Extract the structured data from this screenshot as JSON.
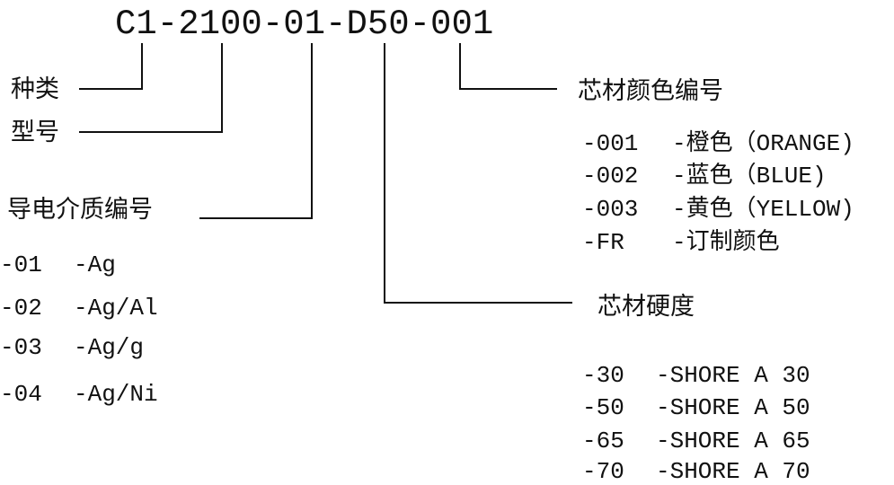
{
  "code": "C1-2100-01-D50-001",
  "labels": {
    "category": "种类",
    "model": "型号",
    "conductive_medium": "导电介质编号",
    "core_color": "芯材颜色编号",
    "core_hardness": "芯材硬度"
  },
  "conductive_items": [
    {
      "code": "-01",
      "value": "-Ag"
    },
    {
      "code": "-02",
      "value": "-Ag/Al"
    },
    {
      "code": "-03",
      "value": "-Ag/g"
    },
    {
      "code": "-04",
      "value": "-Ag/Ni"
    }
  ],
  "color_items": [
    {
      "code": "-001",
      "value": "-橙色（ORANGE)"
    },
    {
      "code": "-002",
      "value": "-蓝色（BLUE)"
    },
    {
      "code": "-003",
      "value": "-黄色（YELLOW)"
    },
    {
      "code": "-FR",
      "value": "-订制颜色"
    }
  ],
  "hardness_items": [
    {
      "code": "-30",
      "value": "-SHORE A 30"
    },
    {
      "code": "-50",
      "value": "-SHORE A 50"
    },
    {
      "code": "-65",
      "value": "-SHORE A 65"
    },
    {
      "code": "-70",
      "value": "-SHORE A 70"
    }
  ]
}
